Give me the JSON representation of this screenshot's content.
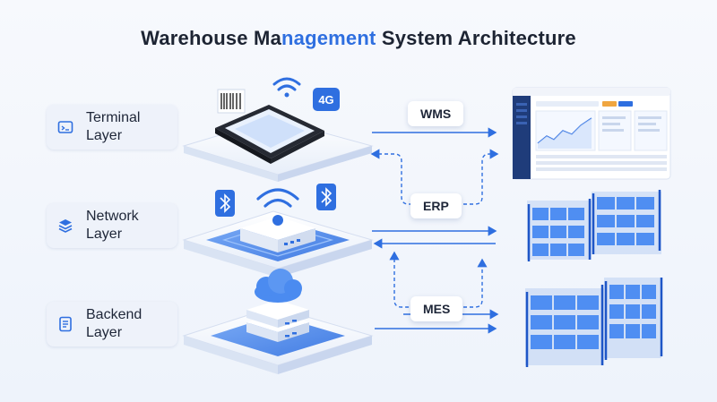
{
  "title": {
    "part1": "Warehouse Ma",
    "part2": "nagement",
    "part3": " System Architecture"
  },
  "layers": [
    {
      "line1": "Terminal",
      "line2": "Layer",
      "icon": "terminal-icon"
    },
    {
      "line1": "Network",
      "line2": "Layer",
      "icon": "layers-icon"
    },
    {
      "line1": "Backend",
      "line2": "Layer",
      "icon": "document-icon"
    }
  ],
  "badges": {
    "wms": "WMS",
    "erp": "ERP",
    "mes": "MES"
  },
  "network_badge": "4G",
  "colors": {
    "accent": "#2f6fe0",
    "text": "#1d2433",
    "panel": "#eef2fa"
  }
}
